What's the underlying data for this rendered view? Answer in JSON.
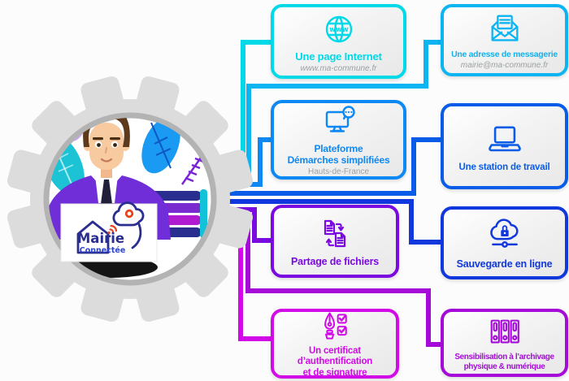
{
  "logo": {
    "title": "Mairie",
    "subtitle": "Connectée",
    "title_color": "#2a2f8f",
    "subtitle_color": "#2b46cc",
    "accent_red": "#e8431c"
  },
  "illustration": {
    "gear_color": "#dcdcdc",
    "ring_color": "#b3b3b3",
    "suit_color": "#6f2ed8"
  },
  "services": [
    {
      "id": "page-internet",
      "label": "Une page Internet",
      "sublabel": "www.ma-commune.fr",
      "color": "#00d9e8",
      "icon": "globe-www-icon"
    },
    {
      "id": "messagerie",
      "label": "Une adresse de messagerie",
      "sublabel": "mairie@ma-commune.fr",
      "color": "#0cb4f2",
      "icon": "open-envelope-icon"
    },
    {
      "id": "plateforme-demarches",
      "label": "Plateforme\nDémarches simplifiées",
      "sublabel": "Hauts-de-France",
      "color": "#0e88f2",
      "icon": "monitor-chat-icon"
    },
    {
      "id": "station-travail",
      "label": "Une station de travail",
      "sublabel": "",
      "color": "#085ce8",
      "icon": "laptop-icon"
    },
    {
      "id": "partage-fichiers",
      "label": "Partage de fichiers",
      "sublabel": "",
      "color": "#7a0ae0",
      "icon": "file-exchange-icon"
    },
    {
      "id": "sauvegarde-ligne",
      "label": "Sauvegarde en ligne",
      "sublabel": "",
      "color": "#1138dd",
      "icon": "cloud-lock-icon"
    },
    {
      "id": "certificat",
      "label": "Un certificat\nd’authentification\net de signature",
      "sublabel": "",
      "color": "#d30ae8",
      "icon": "pen-signature-icon"
    },
    {
      "id": "archivage",
      "label": "Sensibilisation à l’archivage\nphysique & numérique",
      "sublabel": "",
      "color": "#a50ad8",
      "icon": "binders-icon"
    }
  ]
}
